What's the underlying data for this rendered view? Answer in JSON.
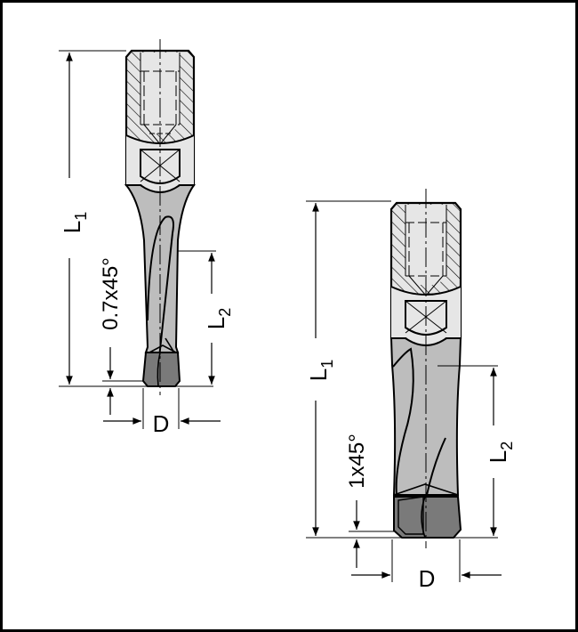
{
  "colors": {
    "frame": "#000000",
    "background": "#ffffff",
    "shank_fill": "#e6e6e6",
    "flute_fill": "#bdbdbd",
    "tip_fill": "#7a7a7a",
    "line": "#000000"
  },
  "left_drill": {
    "label_L1": "L",
    "label_L1_sub": "1",
    "label_L2": "L",
    "label_L2_sub": "2",
    "label_chamfer": "0.7x45°",
    "label_D": "D"
  },
  "right_drill": {
    "label_L1": "L",
    "label_L1_sub": "1",
    "label_L2": "L",
    "label_L2_sub": "2",
    "label_chamfer": "1x45°",
    "label_D": "D"
  }
}
